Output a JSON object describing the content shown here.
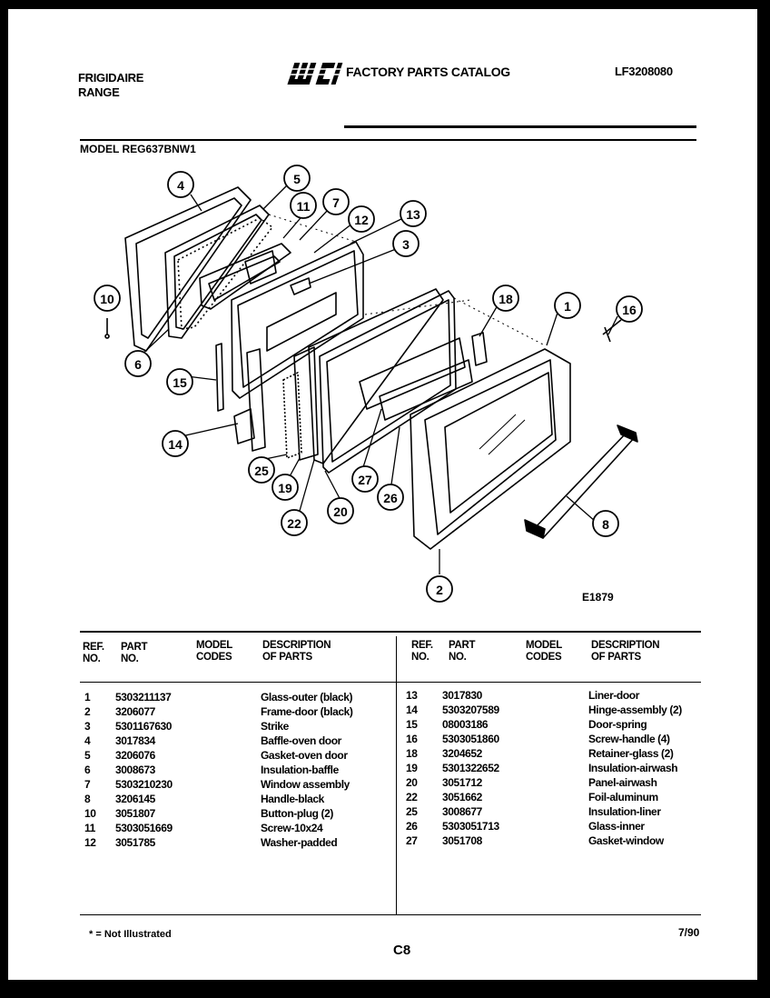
{
  "header": {
    "brand": "FRIGIDAIRE",
    "product": "RANGE",
    "catalog_title": "FACTORY PARTS CATALOG",
    "catalog_number": "LF3208080",
    "logo_text": "WCI"
  },
  "model_label": "MODEL REG637BNW1",
  "figure_code": "E1879",
  "callouts": [
    "1",
    "2",
    "3",
    "4",
    "5",
    "6",
    "7",
    "8",
    "10",
    "11",
    "12",
    "13",
    "14",
    "15",
    "16",
    "18",
    "19",
    "20",
    "22",
    "25",
    "26",
    "27"
  ],
  "table": {
    "headers": {
      "ref": "REF.\nNO.",
      "part": "PART\nNO.",
      "model": "MODEL\nCODES",
      "desc": "DESCRIPTION\nOF PARTS"
    },
    "left_rows": [
      {
        "ref": "1",
        "part": "5303211137",
        "model": "",
        "desc": "Glass-outer (black)"
      },
      {
        "ref": "2",
        "part": "3206077",
        "model": "",
        "desc": "Frame-door (black)"
      },
      {
        "ref": "3",
        "part": "5301167630",
        "model": "",
        "desc": "Strike"
      },
      {
        "ref": "4",
        "part": "3017834",
        "model": "",
        "desc": "Baffle-oven door"
      },
      {
        "ref": "5",
        "part": "3206076",
        "model": "",
        "desc": "Gasket-oven door"
      },
      {
        "ref": "6",
        "part": "3008673",
        "model": "",
        "desc": "Insulation-baffle"
      },
      {
        "ref": "7",
        "part": "5303210230",
        "model": "",
        "desc": "Window assembly"
      },
      {
        "ref": "8",
        "part": "3206145",
        "model": "",
        "desc": "Handle-black"
      },
      {
        "ref": "10",
        "part": "3051807",
        "model": "",
        "desc": "Button-plug (2)"
      },
      {
        "ref": "11",
        "part": "5303051669",
        "model": "",
        "desc": "Screw-10x24"
      },
      {
        "ref": "12",
        "part": "3051785",
        "model": "",
        "desc": "Washer-padded"
      }
    ],
    "right_rows": [
      {
        "ref": "13",
        "part": "3017830",
        "model": "",
        "desc": "Liner-door"
      },
      {
        "ref": "14",
        "part": "5303207589",
        "model": "",
        "desc": "Hinge-assembly (2)"
      },
      {
        "ref": "15",
        "part": "08003186",
        "model": "",
        "desc": "Door-spring"
      },
      {
        "ref": "16",
        "part": "5303051860",
        "model": "",
        "desc": "Screw-handle (4)"
      },
      {
        "ref": "18",
        "part": "3204652",
        "model": "",
        "desc": "Retainer-glass (2)"
      },
      {
        "ref": "19",
        "part": "5301322652",
        "model": "",
        "desc": "Insulation-airwash"
      },
      {
        "ref": "20",
        "part": "3051712",
        "model": "",
        "desc": "Panel-airwash"
      },
      {
        "ref": "22",
        "part": "3051662",
        "model": "",
        "desc": "Foil-aluminum"
      },
      {
        "ref": "25",
        "part": "3008677",
        "model": "",
        "desc": "Insulation-liner"
      },
      {
        "ref": "26",
        "part": "5303051713",
        "model": "",
        "desc": "Glass-inner"
      },
      {
        "ref": "27",
        "part": "3051708",
        "model": "",
        "desc": "Gasket-window"
      }
    ]
  },
  "footer": {
    "footnote": "* = Not Illustrated",
    "page": "C8",
    "date": "7/90"
  }
}
